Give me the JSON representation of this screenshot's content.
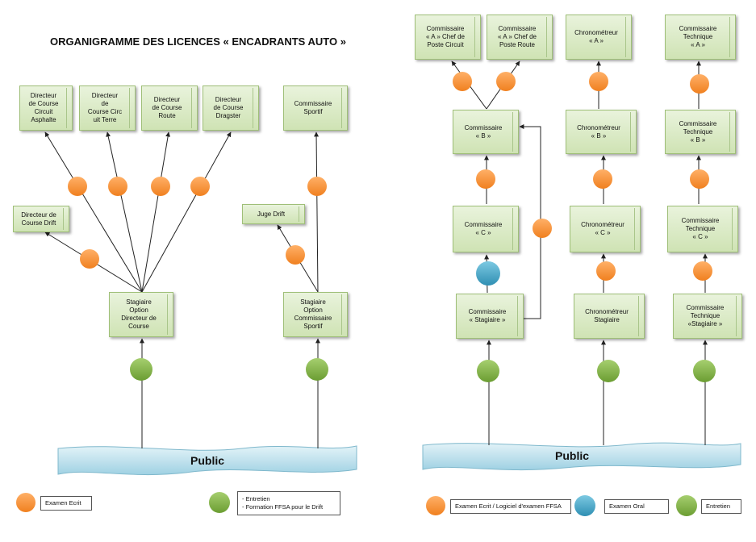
{
  "title": "ORGANIGRAMME DES LICENCES « ENCADRANTS AUTO »",
  "colors": {
    "written_exam": "#f7923a",
    "oral_exam": "#4aa8c8",
    "interview": "#7fb043",
    "box_fill": "#d6e8c0",
    "public_band": "#bfe3ee"
  },
  "left": {
    "boxes": {
      "dc_asphalte": "Directeur\nde Course\nCircuit\nAsphalte",
      "dc_terre": "Directeur\nde\nCourse  Circ\nuit Terre",
      "dc_route": "Directeur\nde Course\nRoute",
      "dc_dragster": "Directeur\nde Course\nDragster",
      "commissaire_sportif": "Commissaire\nSportif",
      "dc_drift": "Directeur de\nCourse Drift",
      "juge_drift": "Juge Drift",
      "stagiaire_dc": "Stagiaire\nOption\nDirecteur de\nCourse",
      "stagiaire_cs": "Stagiaire\nOption\nCommissaire\nSportif"
    },
    "public": "Public",
    "legend": {
      "written": "Examen Ecrit",
      "interview": "- Entretien\n- Formation FFSA pour le Drift"
    }
  },
  "right": {
    "boxes": {
      "com_a_circuit": "Commissaire\n« A » Chef de\nPoste Circuit",
      "com_a_route": "Commissaire\n« A » Chef de\nPoste Route",
      "chrono_a": "Chronométreur\n« A »",
      "tech_a": "Commissaire\nTechnique\n« A »",
      "com_b": "Commissaire\n« B »",
      "chrono_b": "Chronométreur\n« B »",
      "tech_b": "Commissaire\nTechnique\n« B »",
      "com_c": "Commissaire\n« C »",
      "chrono_c": "Chronométreur\n« C »",
      "tech_c": "Commissaire\nTechnique\n« C »",
      "com_stagiaire": "Commissaire\n« Stagiaire »",
      "chrono_stagiaire": "Chronométreur\nStagiaire",
      "tech_stagiaire": "Commissaire\nTechnique\n«Stagiaire »"
    },
    "public": "Public",
    "legend": {
      "written": "Examen Ecrit / Logiciel d'examen FFSA",
      "oral": "Examen Oral",
      "interview": "Entretien"
    }
  }
}
